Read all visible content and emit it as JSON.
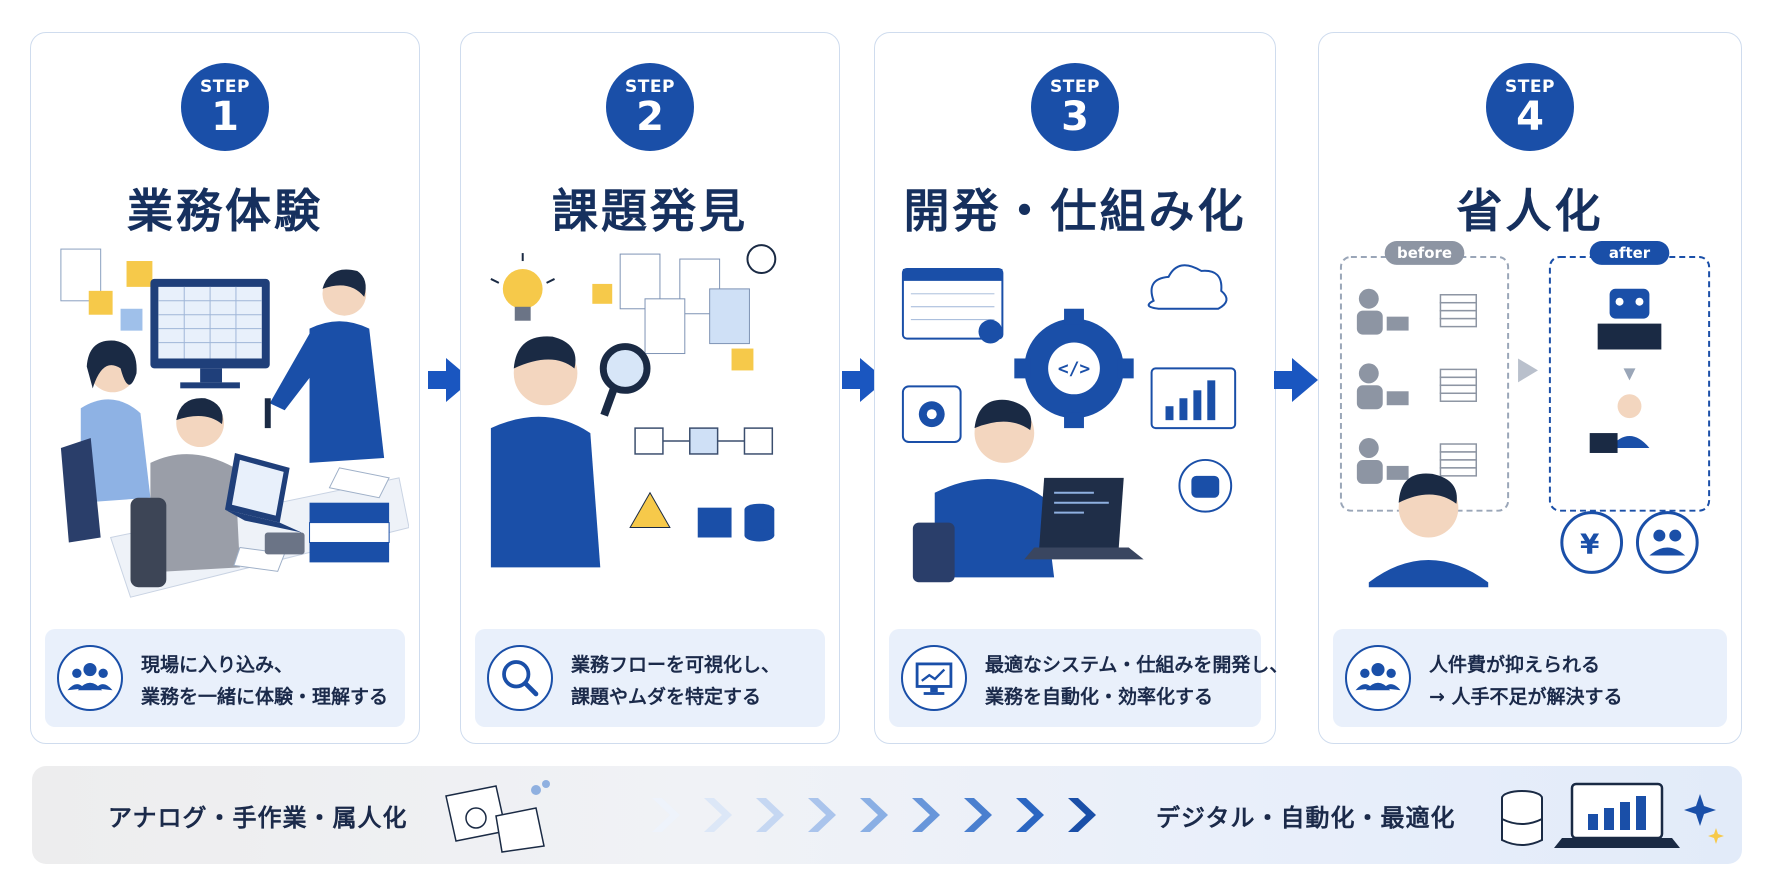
{
  "steps": [
    {
      "step_word": "STEP",
      "number": "1",
      "title": "業務体験",
      "caption": [
        "現場に入り込み、",
        "業務を一緒に体験・理解する"
      ]
    },
    {
      "step_word": "STEP",
      "number": "2",
      "title": "課題発見",
      "caption": [
        "業務フローを可視化し、",
        "課題やムダを特定する"
      ]
    },
    {
      "step_word": "STEP",
      "number": "3",
      "title": "開発・仕組み化",
      "caption": [
        "最適なシステム・仕組みを開発し、",
        "業務を自動化・効率化する"
      ]
    },
    {
      "step_word": "STEP",
      "number": "4",
      "title": "省人化",
      "caption": [
        "人件費が抑えられる",
        "→ 人手不足が解決する"
      ]
    }
  ],
  "step4_labels": {
    "before": "before",
    "after": "after"
  },
  "bottom_band": {
    "left_label": "アナログ・手作業・属人化",
    "right_label": "デジタル・自動化・最適化"
  },
  "colors": {
    "primary": "#1a4fa8",
    "accent": "#1a56c0",
    "light_panel": "#e9f0fb",
    "title_text": "#16305e"
  },
  "icons": {
    "step1_caption": "people-group-icon",
    "step2_caption": "magnifier-icon",
    "step3_caption": "monitor-chart-icon",
    "step4_caption": "people-group-icon"
  }
}
